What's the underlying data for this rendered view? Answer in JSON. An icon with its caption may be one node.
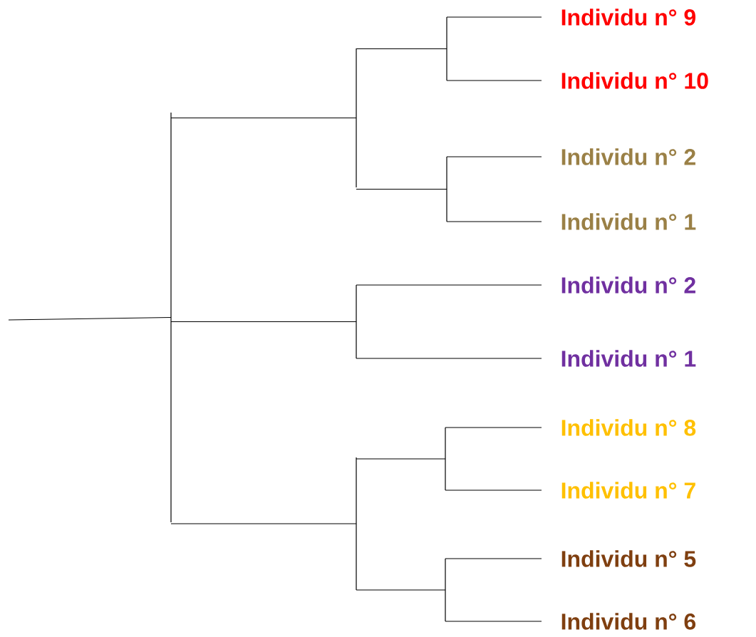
{
  "diagram": {
    "nodes": [
      {
        "text": [],
        "shape": "bar"
      },
      {
        "text": [],
        "shape": "bar"
      },
      {
        "text": [],
        "shape": "bar"
      },
      {
        "text": [],
        "shape": "bar"
      },
      {
        "text": [],
        "shape": "bar"
      },
      {
        "text": [],
        "shape": "bar"
      },
      {
        "text": [],
        "shape": "bar"
      },
      {
        "text": [],
        "shape": "bar"
      },
      {
        "text": [
          "Individu n° 9"
        ]
      },
      {
        "text": [
          "Individu n° 10"
        ]
      },
      {
        "text": [
          "Individu n° 2"
        ]
      },
      {
        "text": [
          "Individu n° 1"
        ]
      },
      {
        "text": [
          "Individu n° 2"
        ]
      },
      {
        "text": [
          "Individu n° 1"
        ]
      },
      {
        "text": [
          "Individu n° 8"
        ]
      },
      {
        "text": [
          "Individu n° 7"
        ]
      },
      {
        "text": [
          "Individu n° 5"
        ]
      },
      {
        "text": [
          "Individu n° 6"
        ]
      }
    ],
    "edges": [
      {
        "from": null,
        "to": 0,
        "arrow": "none"
      },
      {
        "from": 0,
        "to": 1,
        "arrow": "none"
      },
      {
        "from": 0,
        "to": 2,
        "arrow": "none"
      },
      {
        "from": 0,
        "to": 3,
        "arrow": "none"
      },
      {
        "from": 1,
        "to": 4,
        "arrow": "none"
      },
      {
        "from": 1,
        "to": 5,
        "arrow": "none"
      },
      {
        "from": 3,
        "to": 6,
        "arrow": "none"
      },
      {
        "from": 3,
        "to": 7,
        "arrow": "none"
      },
      {
        "from": 4,
        "to": 8,
        "arrow": "none"
      },
      {
        "from": 4,
        "to": 9,
        "arrow": "none"
      },
      {
        "from": 5,
        "to": 10,
        "arrow": "none"
      },
      {
        "from": 5,
        "to": 11,
        "arrow": "none"
      },
      {
        "from": 2,
        "to": 12,
        "arrow": "none"
      },
      {
        "from": 2,
        "to": 13,
        "arrow": "none"
      },
      {
        "from": 6,
        "to": 14,
        "arrow": "none"
      },
      {
        "from": 6,
        "to": 15,
        "arrow": "none"
      },
      {
        "from": 7,
        "to": 16,
        "arrow": "none"
      },
      {
        "from": 7,
        "to": 17,
        "arrow": "none"
      }
    ]
  }
}
